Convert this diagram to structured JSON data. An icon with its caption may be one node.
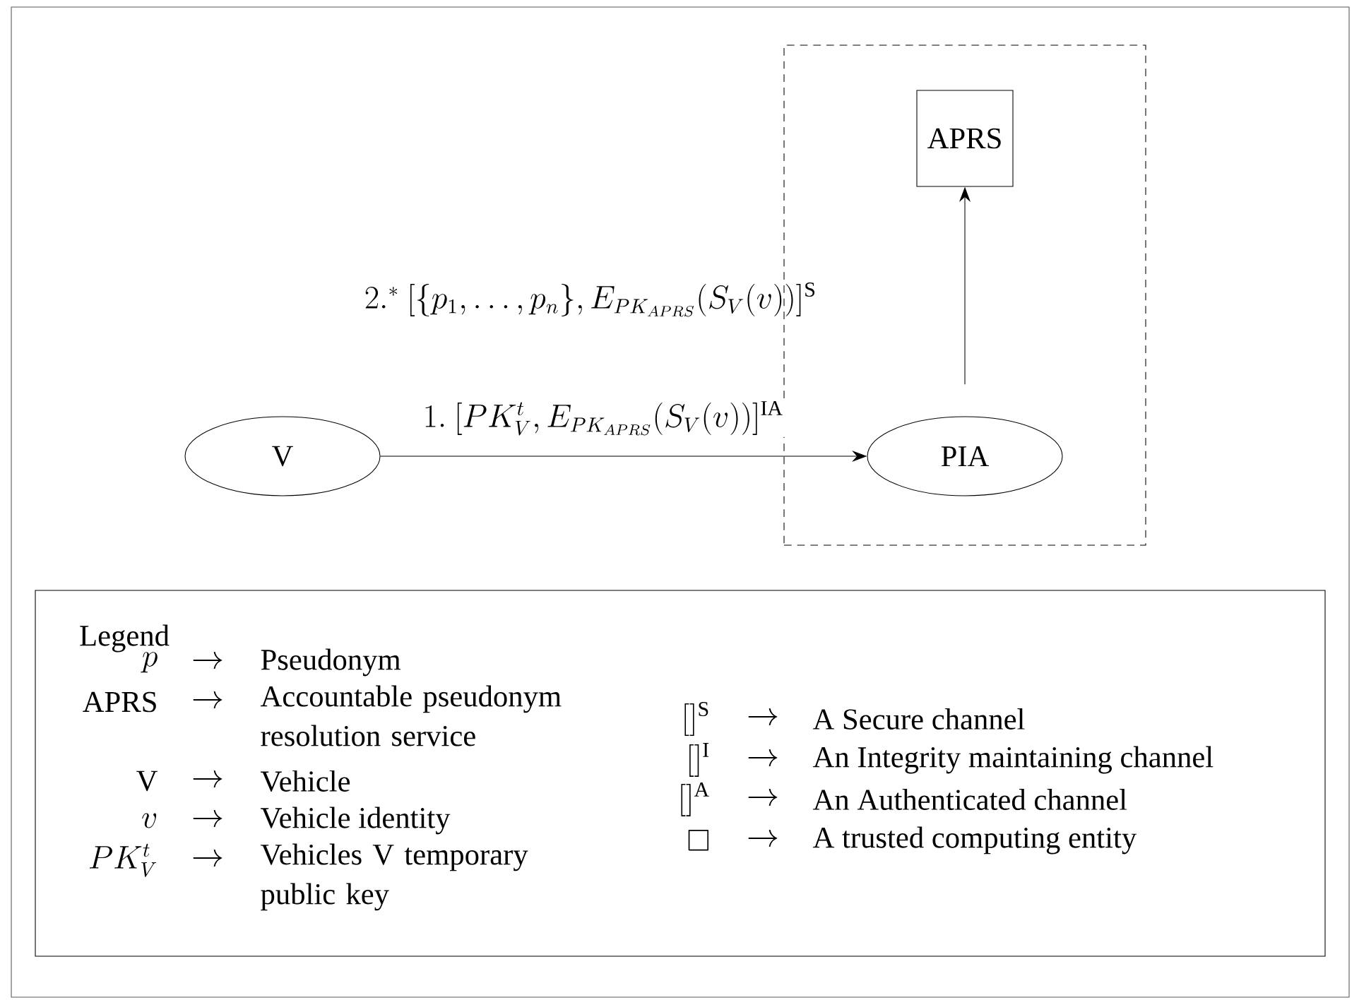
{
  "diagram": {
    "nodes": [
      {
        "text": [],
        "shape": "box"
      },
      {
        "text": [
          "APRS"
        ],
        "in": 0
      },
      {
        "text": [
          "V"
        ]
      },
      {
        "text": [
          "PIA"
        ],
        "in": 0
      }
    ],
    "edges": [
      {
        "from": 2,
        "to": 3,
        "arrow": "to",
        "label": "1.\\ [PK_V^t, E_{PK_{APRS}}(S_V(v))]^{\\mathrm{IA}}"
      },
      {
        "from": 3,
        "to": 1,
        "arrow": "to"
      }
    ],
    "labels": [
      "2.{}^{*}\\ [\\{p_1,\\ldots,p_n\\}, E_{PK_{APRS}}(S_V(v))]^{\\mathrm{S}}",
      "Legend",
      "p",
      "\\rightarrow",
      "Pseudonym",
      "APRS",
      "\\rightarrow",
      "Accountable pseudonym resolution service",
      "V",
      "\\rightarrow",
      "Vehicle",
      "v",
      "\\rightarrow",
      "Vehicle identity",
      "PK_V^t",
      "\\rightarrow",
      "Vehicles V temporary public key",
      "[]^{\\mathrm{S}}",
      "\\rightarrow",
      "A Secure channel",
      "[]^{\\mathrm{I}}",
      "\\rightarrow",
      "An Integrity maintaining channel",
      "[]^{\\mathrm{A}}",
      "\\rightarrow",
      "An Authenticated channel",
      "\\square",
      "\\rightarrow",
      "A trusted computing entity"
    ]
  }
}
